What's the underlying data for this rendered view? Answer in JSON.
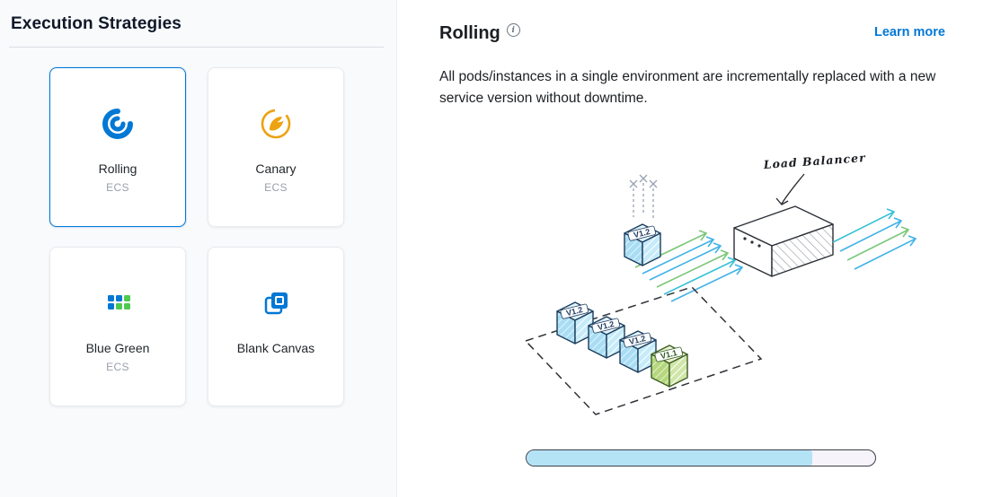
{
  "left_panel": {
    "title": "Execution Strategies",
    "strategies": [
      {
        "label": "Rolling",
        "sublabel": "ECS",
        "selected": true
      },
      {
        "label": "Canary",
        "sublabel": "ECS",
        "selected": false
      },
      {
        "label": "Blue Green",
        "sublabel": "ECS",
        "selected": false
      },
      {
        "label": "Blank Canvas",
        "sublabel": "",
        "selected": false
      }
    ]
  },
  "detail_panel": {
    "title": "Rolling",
    "learn_more_label": "Learn more",
    "description": "All pods/instances in a single environment are incrementally replaced with a new service version without downtime.",
    "illustration": {
      "load_balancer_label": "Load Balancer",
      "incoming_pod_label": "V1.2",
      "pod_labels": [
        "V1.2",
        "V1.2",
        "V1.2",
        "V1.1"
      ]
    },
    "progress": {
      "percent": 82
    }
  },
  "colors": {
    "accent_blue": "#0278d5",
    "canary_yellow": "#eda211",
    "pod_blue": "#b5e3f6",
    "pod_green": "#b5d77e"
  }
}
